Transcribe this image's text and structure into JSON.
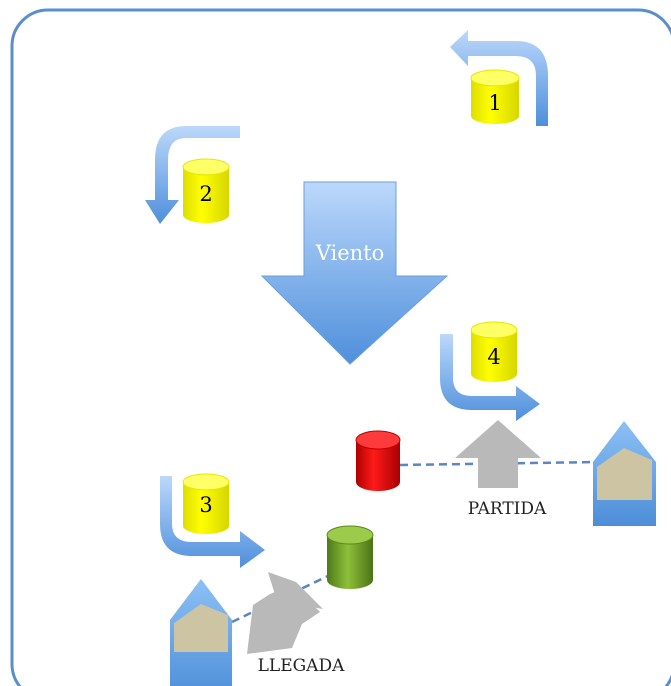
{
  "diagram": {
    "wind_label": "Viento",
    "departure_label": "PARTIDA",
    "arrival_label": "LLEGADA",
    "marks": [
      {
        "id": "mark-1",
        "label": "1"
      },
      {
        "id": "mark-2",
        "label": "2"
      },
      {
        "id": "mark-3",
        "label": "3"
      },
      {
        "id": "mark-4",
        "label": "4"
      }
    ]
  },
  "colors": {
    "frame_border": "#5a8fcc",
    "arrow_blue": "#7fb0ea",
    "buoy_yellow": "#ffff00",
    "buoy_red": "#e00000",
    "buoy_green": "#7aa830",
    "gray_arrow": "#b9b9b9",
    "boat_sand": "#cdc4a4",
    "boat_blue": "#5d9bde"
  },
  "icons": [
    "wind-arrow",
    "rounding-arrow",
    "mark-buoy",
    "start-buoy",
    "finish-buoy",
    "committee-boat"
  ]
}
